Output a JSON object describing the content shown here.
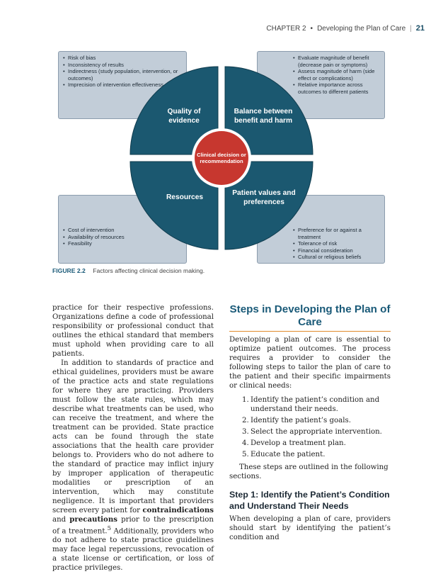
{
  "header": {
    "chapter": "CHAPTER 2",
    "bullet": "•",
    "title": "Developing the Plan of Care",
    "separator": "|",
    "page": "21"
  },
  "figure": {
    "notes": {
      "top_left": [
        "Risk of bias",
        "Inconsistency of results",
        "Indirectness (study population, intervention, or outcomes)",
        "Imprecision of intervention effectiveness"
      ],
      "top_right": [
        "Evaluate magnitude of benefit (decrease pain or symptoms)",
        "Assess magnitude of harm (side effect or complications)",
        "Relative importance across outcomes to different patients"
      ],
      "bottom_left": [
        "Cost of intervention",
        "Availability of resources",
        "Feasibility"
      ],
      "bottom_right": [
        "Preference for or against a treatment",
        "Tolerance of risk",
        "Financial consideration",
        "Cultural or religious beliefs"
      ]
    },
    "quadrants": {
      "top_left": "Quality of evidence",
      "top_right": "Balance between benefit and harm",
      "bottom_left": "Resources",
      "bottom_right": "Patient values and preferences"
    },
    "center": "Clinical decision or recommendation",
    "colors": {
      "quadrant": "#1b5870",
      "center": "#c7372f",
      "note_bg": "#c2cdd8",
      "rule": "#e08a2b"
    },
    "caption_number": "FIGURE 2.2",
    "caption_text": "Factors affecting clinical decision making."
  },
  "left_column": {
    "p1": "practice for their respective professions. Organizations define a code of professional responsibility or professional conduct that outlines the ethical standard that members must uphold when providing care to all patients.",
    "p2_before": "In addition to standards of practice and ethical guidelines, providers must be aware of the practice acts and state regulations for where they are practicing. Providers must follow the state rules, which may describe what treatments can be used, who can receive the treatment, and where the treatment can be provided. State practice acts can be found through the state associations that the health care provider belongs to. Providers who do not adhere to the standard of practice may inflict injury by improper application of therapeutic modalities or prescription of an intervention, which may constitute negligence. It is important that providers screen every patient for ",
    "p2_term1": "contraindications",
    "p2_and": " and ",
    "p2_term2": "precautions",
    "p2_after": " prior to the prescription of a treatment.",
    "p2_ref": "5",
    "p2_end": " Additionally, providers who do not adhere to state practice guidelines may face legal repercussions, revocation of a state license or certification, or loss of practice privileges."
  },
  "right_column": {
    "heading": "Steps in Developing the Plan of Care",
    "intro": "Developing a plan of care is essential to optimize patient outcomes. The process requires a provider to consider the following steps to tailor the plan of care to the patient and their specific impairments or clinical needs:",
    "steps": [
      {
        "num": "1.",
        "text": "Identify the patient’s condition and understand their needs."
      },
      {
        "num": "2.",
        "text": "Identify the patient’s goals."
      },
      {
        "num": "3.",
        "text": "Select the appropriate intervention."
      },
      {
        "num": "4.",
        "text": "Develop a treatment plan."
      },
      {
        "num": "5.",
        "text": "Educate the patient."
      }
    ],
    "outline": "These steps are outlined in the following sections.",
    "step1_heading": "Step 1: Identify the Patient’s Condition and Understand Their Needs",
    "step1_text": "When developing a plan of care, providers should start by identifying the patient’s condition and"
  }
}
